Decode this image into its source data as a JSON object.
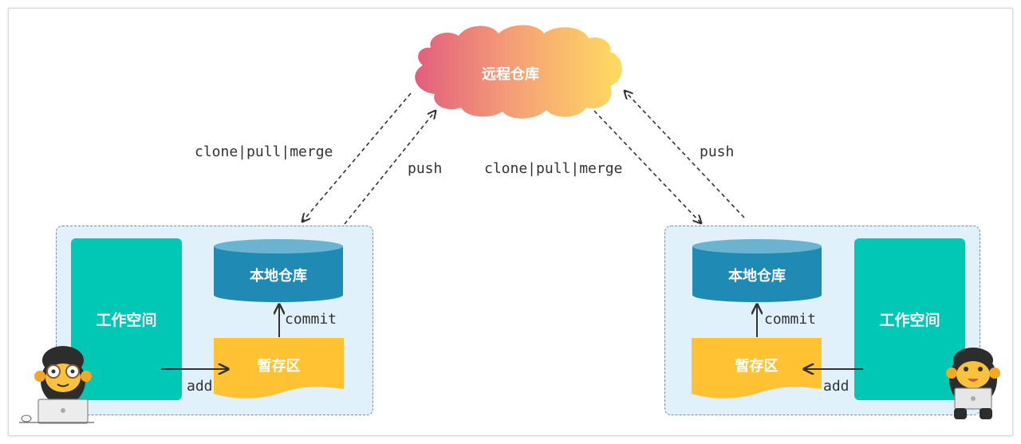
{
  "remote": {
    "label": "远程仓库"
  },
  "left": {
    "workspace": "工作空间",
    "local_repo": "本地仓库",
    "staging": "暂存区",
    "commit": "commit",
    "add": "add",
    "sync_down": "clone|pull|merge",
    "sync_up": "push"
  },
  "right": {
    "workspace": "工作空间",
    "local_repo": "本地仓库",
    "staging": "暂存区",
    "commit": "commit",
    "add": "add",
    "sync_down": "clone|pull|merge",
    "sync_up": "push"
  },
  "colors": {
    "workspace": "#00c8b4",
    "repo": "#1f8bb4",
    "repo_top": "#6ab4d2",
    "staging": "#ffc233",
    "panel": "#e1f1fb",
    "cloud_left": "#e8667a",
    "cloud_right": "#ffdb66"
  }
}
